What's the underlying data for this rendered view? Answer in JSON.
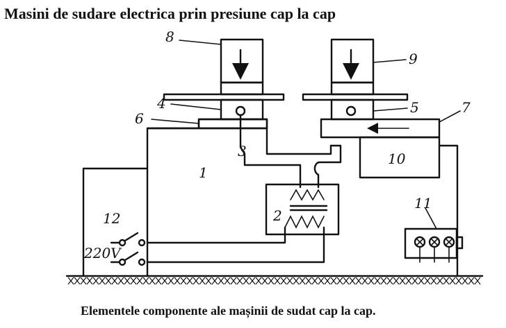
{
  "title": "Masini de sudare electrica prin presiune cap la cap",
  "caption": "Elementele componente ale mașinii de sudat cap la cap.",
  "labels": {
    "l1": "1",
    "l2": "2",
    "l3": "3",
    "l4": "4",
    "l5": "5",
    "l6": "6",
    "l7": "7",
    "l8": "8",
    "l9": "9",
    "l10": "10",
    "l11": "11",
    "l12": "12",
    "voltage": "220V"
  }
}
